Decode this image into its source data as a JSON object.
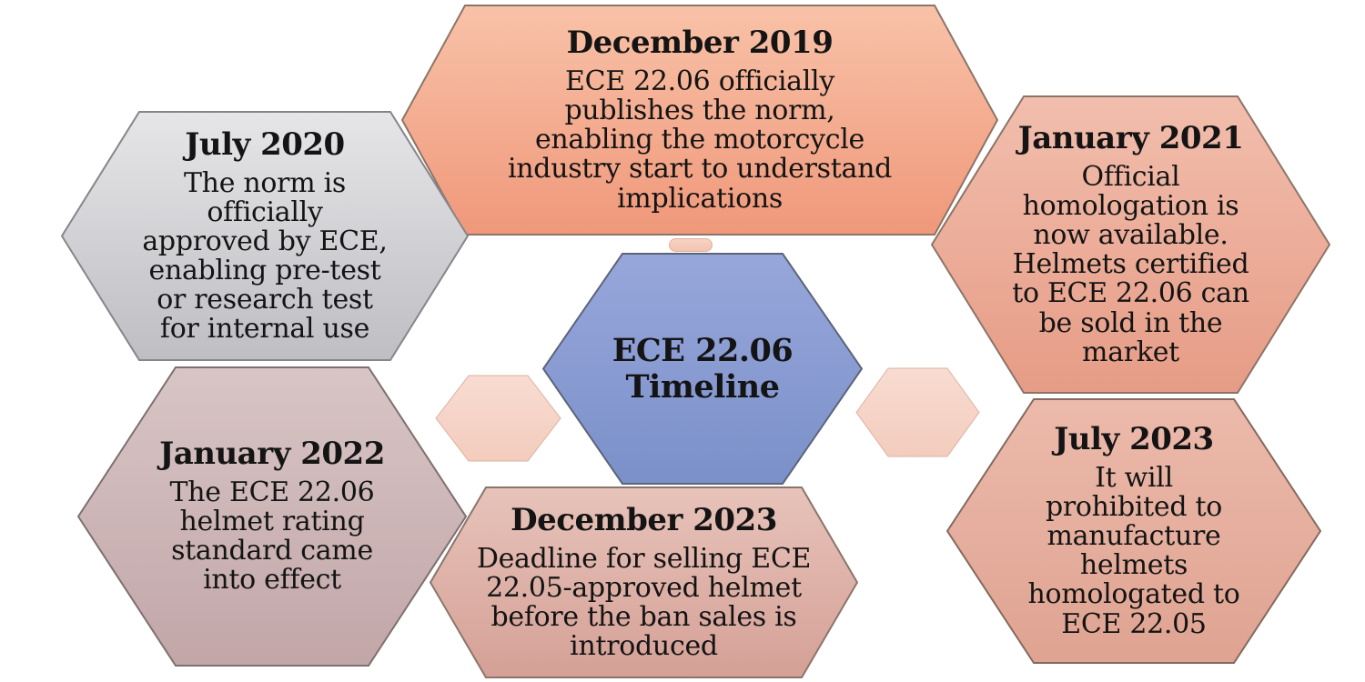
{
  "diagram": {
    "title": "ECE 22.06 Timeline",
    "background_color": "#FFFFFF",
    "text_color": "#141414"
  },
  "center": {
    "title": "ECE 22.06\nTimeline",
    "fill_top": "#97A7DB",
    "fill_bottom": "#7B90C9",
    "stroke": "#5C6478"
  },
  "hexagons": [
    {
      "id": "december-2019",
      "title": "December 2019",
      "body": "ECE 22.06 officially\npublishes the norm,\nenabling the motorcycle\nindustry start to understand\nimplications",
      "fill_top": "#F8C2A8",
      "fill_bottom": "#F0987A",
      "stroke": "#8C7468"
    },
    {
      "id": "july-2020",
      "title": "July 2020",
      "body": "The norm is\nofficially\napproved by ECE,\nenabling pre-test\nor research test\nfor internal use",
      "fill_top": "#E6E6E8",
      "fill_bottom": "#BEBEC3",
      "stroke": "#85858A"
    },
    {
      "id": "january-2021",
      "title": "January 2021",
      "body": "Official\nhomologation is\nnow available.\nHelmets certified\nto ECE 22.06 can\nbe sold in the\nmarket",
      "fill_top": "#F2BEAD",
      "fill_bottom": "#E69C86",
      "stroke": "#8C7468"
    },
    {
      "id": "january-2022",
      "title": "January 2022",
      "body": "The ECE 22.06\nhelmet rating\nstandard came\ninto effect",
      "fill_top": "#D8C5C5",
      "fill_bottom": "#C2A6A8",
      "stroke": "#7E6F6F"
    },
    {
      "id": "december-2023",
      "title": "December 2023",
      "body": "Deadline for selling ECE\n22.05-approved helmet\nbefore the ban sales is\nintroduced",
      "fill_top": "#E7C3BA",
      "fill_bottom": "#D5A096",
      "stroke": "#8A756C"
    },
    {
      "id": "july-2023",
      "title": "July 2023",
      "body": "It will\nprohibited to\nmanufacture\nhelmets\nhomologated to\nECE 22.05",
      "fill_top": "#ECBAAB",
      "fill_bottom": "#DFA391",
      "stroke": "#83695E"
    }
  ],
  "connectors": [
    {
      "id": "pill-top",
      "fill_top": "#F7D4C5",
      "fill_bottom": "#F2C3B1",
      "stroke": "#E2B2A0"
    },
    {
      "id": "hex-left",
      "fill_top": "#F8DCD1",
      "fill_bottom": "#F3CCBD",
      "stroke": "#DDB1A1"
    },
    {
      "id": "hex-right",
      "fill_top": "#F8DCD1",
      "fill_bottom": "#F3CCBD",
      "stroke": "#DDB1A1"
    }
  ]
}
